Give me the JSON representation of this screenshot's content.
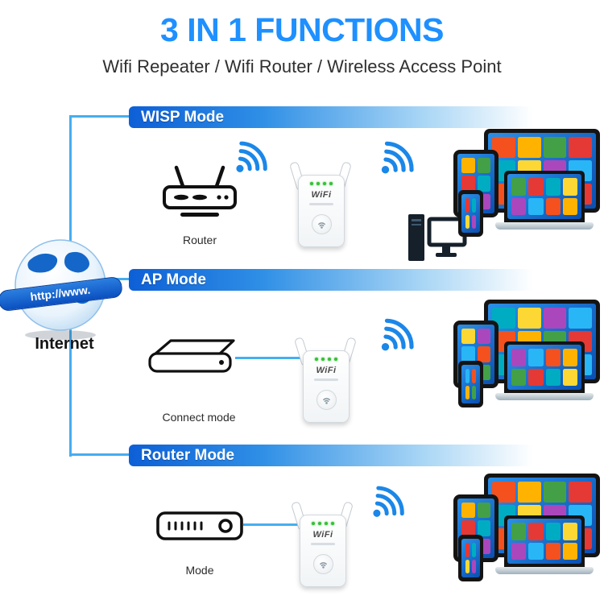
{
  "title": "3 IN 1 FUNCTIONS",
  "subtitle": "Wifi Repeater / Wifi Router / Wireless Access Point",
  "internet": {
    "label": "Internet",
    "banner": "http://www."
  },
  "sections": [
    {
      "mode": "WISP Mode",
      "caption": "Router"
    },
    {
      "mode": "AP Mode",
      "caption": "Connect mode"
    },
    {
      "mode": "Router Mode",
      "caption": "Mode"
    }
  ],
  "repeater_label": "WiFi",
  "colors": {
    "accent": "#1e90ff",
    "bar_blue": "#0d5fd6",
    "line_blue": "#45aef0",
    "wifi_blue": "#1b87e8",
    "led_green": "#35c135",
    "screen_blue": "#1565d0"
  },
  "tile_colors": [
    "#f4511e",
    "#ffb300",
    "#43a047",
    "#e53935",
    "#00acc1",
    "#fdd835",
    "#ab47bc",
    "#29b6f6"
  ]
}
